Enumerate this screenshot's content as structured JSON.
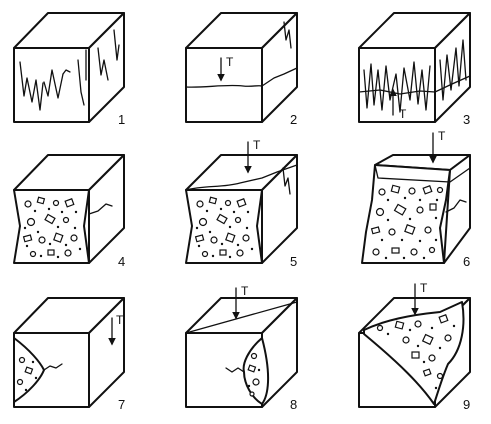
{
  "force_label": "T",
  "panels": [
    {
      "number": "1"
    },
    {
      "number": "2"
    },
    {
      "number": "3"
    },
    {
      "number": "4"
    },
    {
      "number": "5"
    },
    {
      "number": "6"
    },
    {
      "number": "7"
    },
    {
      "number": "8"
    },
    {
      "number": "9"
    }
  ]
}
